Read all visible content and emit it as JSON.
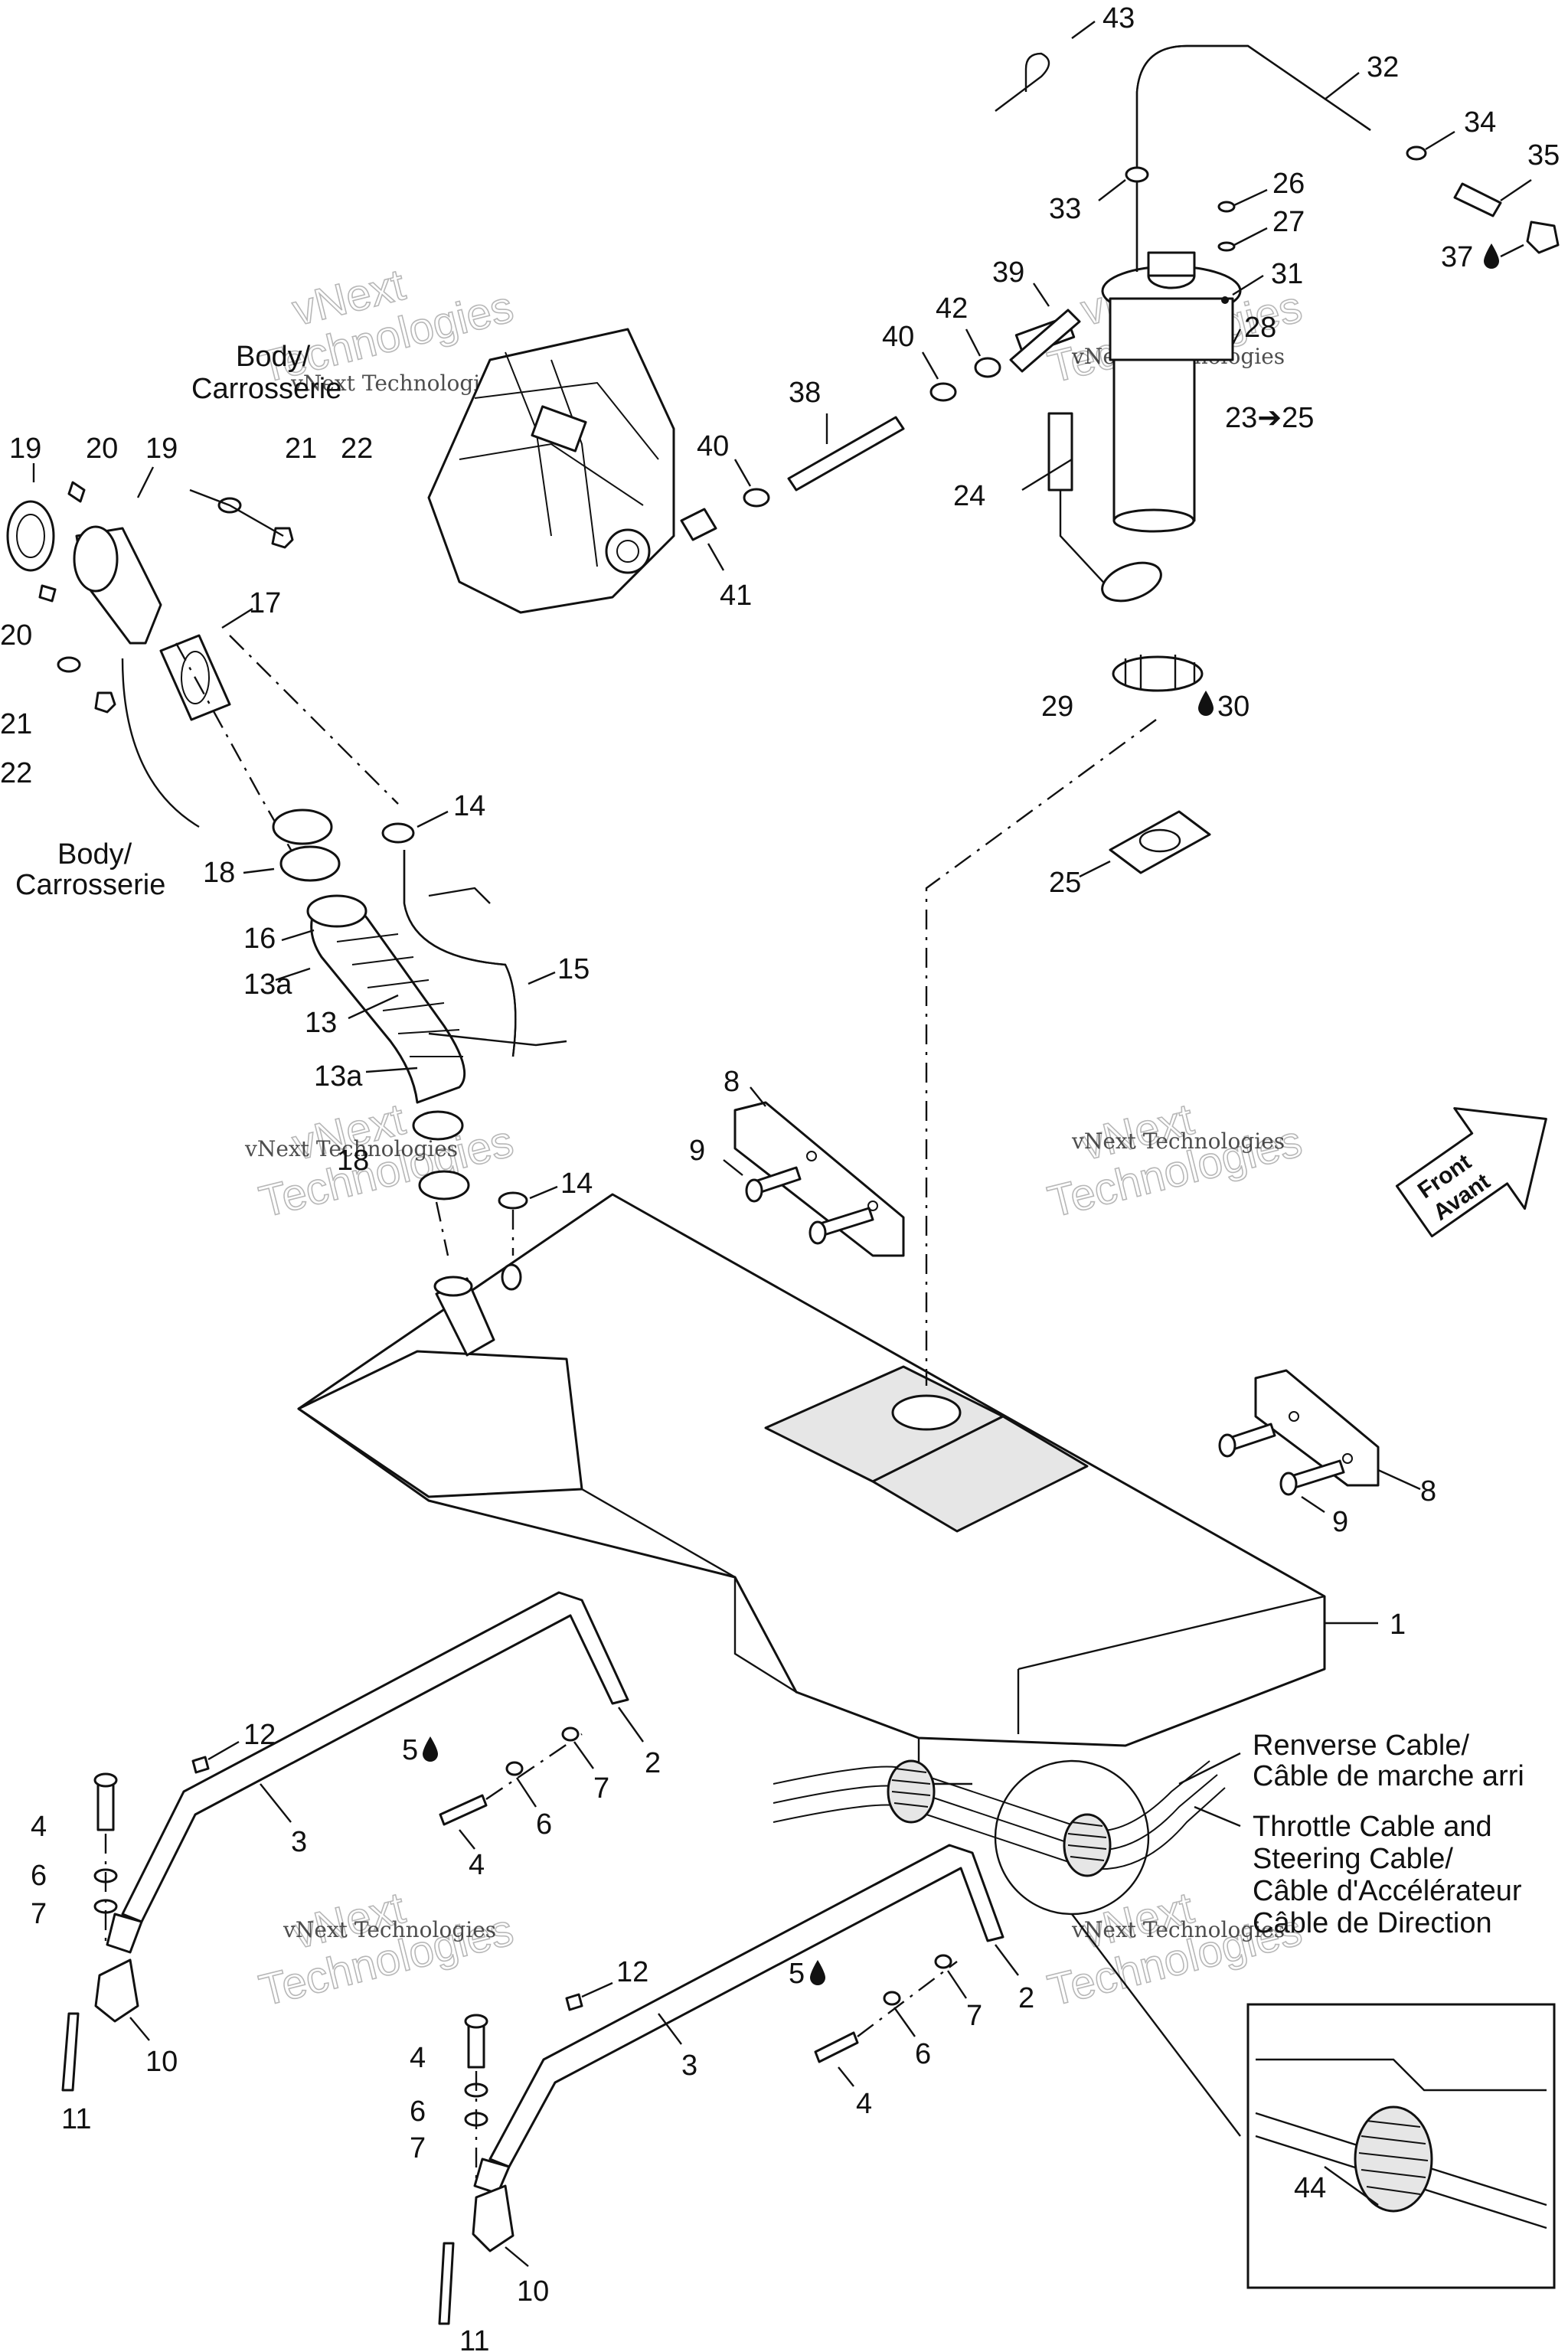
{
  "callouts": {
    "c1": "1",
    "c2a": "2",
    "c2b": "2",
    "c3a": "3",
    "c3b": "3",
    "c4a": "4",
    "c4b": "4",
    "c4c": "4",
    "c4d": "4",
    "c5a": "5",
    "c5b": "5",
    "c6a": "6",
    "c6b": "6",
    "c6c": "6",
    "c6d": "6",
    "c7a": "7",
    "c7b": "7",
    "c7c": "7",
    "c7d": "7",
    "c8a": "8",
    "c8b": "8",
    "c9a": "9",
    "c9b": "9",
    "c10a": "10",
    "c10b": "10",
    "c11a": "11",
    "c11b": "11",
    "c12a": "12",
    "c12b": "12",
    "c13": "13",
    "c13a1": "13a",
    "c13a2": "13a",
    "c14a": "14",
    "c14b": "14",
    "c15": "15",
    "c16": "16",
    "c17": "17",
    "c18a": "18",
    "c18b": "18",
    "c19a": "19",
    "c19b": "19",
    "c20a": "20",
    "c20b": "20",
    "c21a": "21",
    "c21b": "21",
    "c22a": "22",
    "c22b": "22",
    "c23": "23➔25",
    "c24": "24",
    "c25": "25",
    "c26": "26",
    "c27": "27",
    "c28": "28",
    "c29": "29",
    "c30": "30",
    "c31": "31",
    "c32": "32",
    "c33": "33",
    "c34": "34",
    "c35": "35",
    "c37": "37",
    "c38": "38",
    "c39": "39",
    "c40a": "40",
    "c40b": "40",
    "c41": "41",
    "c42": "42",
    "c43": "43",
    "c44": "44"
  },
  "labels": {
    "body_top_line1": "Body/",
    "body_top_line2": "Carrosserie",
    "body_bottom_line1": "Body/",
    "body_bottom_line2": "Carrosserie",
    "reverse_line1": "Renverse Cable/",
    "reverse_line2": "Câble de marche arri",
    "throttle_line1": "Throttle Cable and",
    "throttle_line2": "Steering Cable/",
    "throttle_line3": "Câble d'Accélérateur",
    "throttle_line4": "Câble de Direction",
    "front_line1": "Front",
    "front_line2": "Avant"
  },
  "watermark": {
    "small": "vNext Technologies",
    "big_line1": "vNext",
    "big_line2": "Technologies"
  },
  "icons": {
    "drop": "oil-drop-icon",
    "arrow": "front-arrow-icon"
  }
}
